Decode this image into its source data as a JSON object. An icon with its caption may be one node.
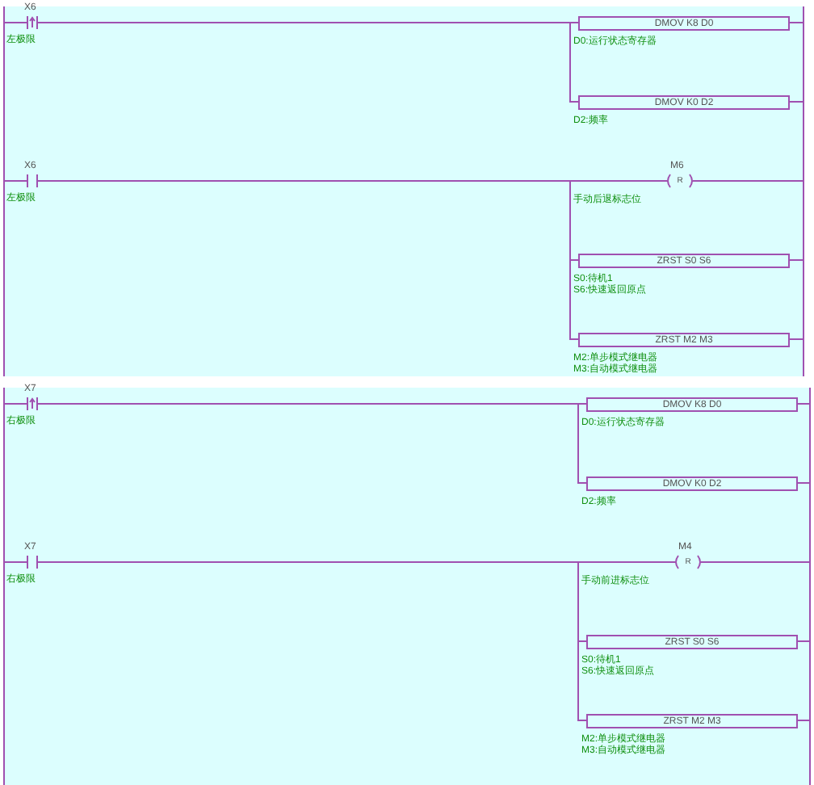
{
  "diagram": {
    "nodes": [
      {
        "text": [
          "X6"
        ],
        "beside": [
          "左极限"
        ]
      },
      {
        "text": [
          "DMOV K8 D0"
        ],
        "beside": [
          "D0:运行状态寄存器"
        ]
      },
      {
        "text": [
          "DMOV K0 D2"
        ],
        "beside": [
          "D2:频率"
        ]
      },
      {
        "text": [
          "X6"
        ],
        "beside": [
          "左极限"
        ]
      },
      {
        "text": [
          "M6",
          "R"
        ],
        "beside": [
          "手动后退标志位"
        ]
      },
      {
        "text": [
          "ZRST S0 S6"
        ],
        "beside": [
          "S0:待机1",
          "S6:快速返回原点"
        ]
      },
      {
        "text": [
          "ZRST M2 M3"
        ],
        "beside": [
          "M2:单步模式继电器",
          "M3:自动模式继电器"
        ]
      },
      {
        "text": [
          "X7"
        ],
        "beside": [
          "右极限"
        ]
      },
      {
        "text": [
          "DMOV K8 D0"
        ],
        "beside": [
          "D0:运行状态寄存器"
        ]
      },
      {
        "text": [
          "DMOV K0 D2"
        ],
        "beside": [
          "D2:频率"
        ]
      },
      {
        "text": [
          "X7"
        ],
        "beside": [
          "右极限"
        ]
      },
      {
        "text": [
          "M4",
          "R"
        ],
        "beside": [
          "手动前进标志位"
        ]
      },
      {
        "text": [
          "ZRST S0 S6"
        ],
        "beside": [
          "S0:待机1",
          "S6:快速返回原点"
        ]
      },
      {
        "text": [
          "ZRST M2 M3"
        ],
        "beside": [
          "M2:单步模式继电器",
          "M3:自动模式继电器"
        ]
      }
    ],
    "edges": [
      {
        "from": 0,
        "to": 1,
        "arrow": "none"
      },
      {
        "from": 0,
        "to": 2,
        "arrow": "none"
      },
      {
        "from": 3,
        "to": 4,
        "arrow": "none"
      },
      {
        "from": 3,
        "to": 5,
        "arrow": "none"
      },
      {
        "from": 3,
        "to": 6,
        "arrow": "none"
      },
      {
        "from": 7,
        "to": 8,
        "arrow": "none"
      },
      {
        "from": 7,
        "to": 9,
        "arrow": "none"
      },
      {
        "from": 10,
        "to": 11,
        "arrow": "none"
      },
      {
        "from": 10,
        "to": 12,
        "arrow": "none"
      },
      {
        "from": 10,
        "to": 13,
        "arrow": "none"
      }
    ]
  }
}
